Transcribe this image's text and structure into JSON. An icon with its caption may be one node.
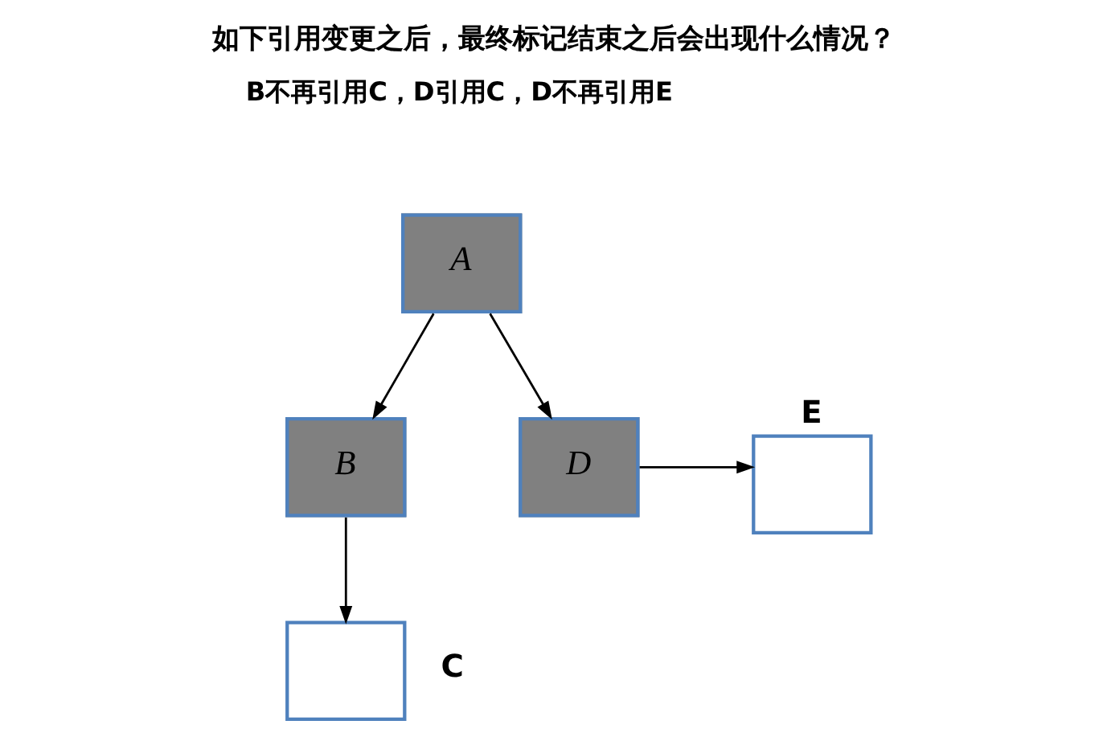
{
  "diagram": {
    "title": "如下引用变更之后，最终标记结束之后会出现什么情况？",
    "nodes": [
      {
        "text": [
          "A"
        ]
      },
      {
        "text": [
          "B"
        ]
      },
      {
        "text": [
          "D"
        ]
      },
      {
        "text": [
          "E"
        ]
      },
      {
        "text": [
          "C"
        ]
      }
    ],
    "edges": [
      {
        "from": 0,
        "to": 1,
        "arrow": "to"
      },
      {
        "from": 0,
        "to": 2,
        "arrow": "to"
      },
      {
        "from": 2,
        "to": 3,
        "arrow": "to"
      },
      {
        "from": 1,
        "to": 4,
        "arrow": "to"
      }
    ],
    "labels": [
      "B不再引用C，D引用C，D不再引用E"
    ]
  }
}
